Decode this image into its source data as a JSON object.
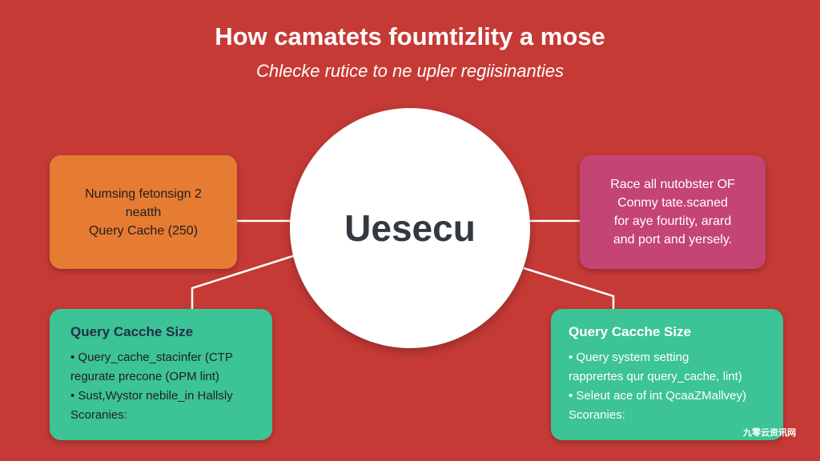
{
  "title": "How camatets foumtizlity a mose",
  "subtitle": "Chlecke rutice to ne upler regiisinanties",
  "center_label": "Uesecu",
  "colors": {
    "background": "#c63a36",
    "orange": "#e67b32",
    "magenta": "#c44474",
    "green": "#3cc396",
    "center": "#ffffff"
  },
  "left_top_box": {
    "lines": [
      "Numsing fetonsign 2",
      "neatth",
      "Query Cache (250)"
    ]
  },
  "right_top_box": {
    "lines": [
      "Race all nutobster OF",
      "Conmy tate.scaned",
      "for aye fourtity, arard",
      "and port and yersely."
    ]
  },
  "left_bottom_box": {
    "heading": "Query Cacche Size",
    "lines": [
      "• Query_cache_stacinfer (CTP",
      "regurate precone (OPM lint)",
      "• Sust,Wystor nebile_in Hallsly",
      "Scoranies:"
    ]
  },
  "right_bottom_box": {
    "heading": "Query Cacche Size",
    "lines": [
      "• Query system setting",
      "rapprertes qur query_cache, lint)",
      "• Seleut ace of int QcaaZMallvey)",
      "Scoranies:"
    ]
  },
  "watermark": "九零云资讯网"
}
